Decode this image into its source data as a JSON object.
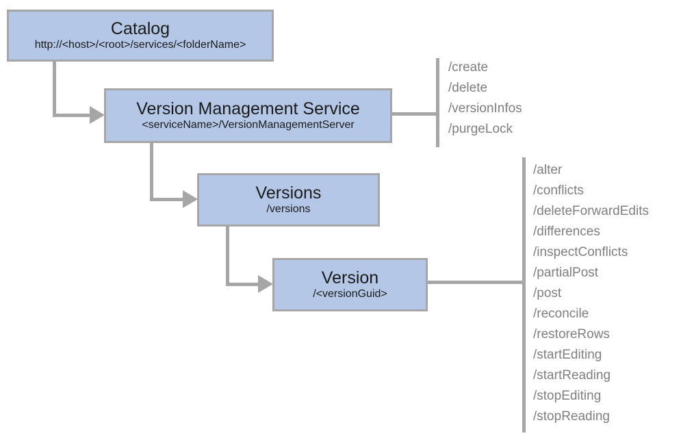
{
  "nodes": {
    "catalog": {
      "title": "Catalog",
      "subtitle": "http://<host>/<root>/services/<folderName>"
    },
    "vms": {
      "title": "Version Management Service",
      "subtitle": "<serviceName>/VersionManagementServer"
    },
    "versions": {
      "title": "Versions",
      "subtitle": "/versions"
    },
    "version": {
      "title": "Version",
      "subtitle": "/<versionGuid>"
    }
  },
  "vms_operations": {
    "items": [
      "/create",
      "/delete",
      "/versionInfos",
      "/purgeLock"
    ]
  },
  "version_operations": {
    "items": [
      "/alter",
      "/conflicts",
      "/deleteForwardEdits",
      "/differences",
      "/inspectConflicts",
      "/partialPost",
      "/post",
      "/reconcile",
      "/restoreRows",
      "/startEditing",
      "/startReading",
      "/stopEditing",
      "/stopReading"
    ]
  },
  "colors": {
    "node_fill": "#b4c7e7",
    "node_border": "#a6a6a6",
    "connector": "#a6a6a6",
    "title_text": "#1a1a1a",
    "operation_text": "#7f7f7f",
    "background": "#ffffff"
  }
}
